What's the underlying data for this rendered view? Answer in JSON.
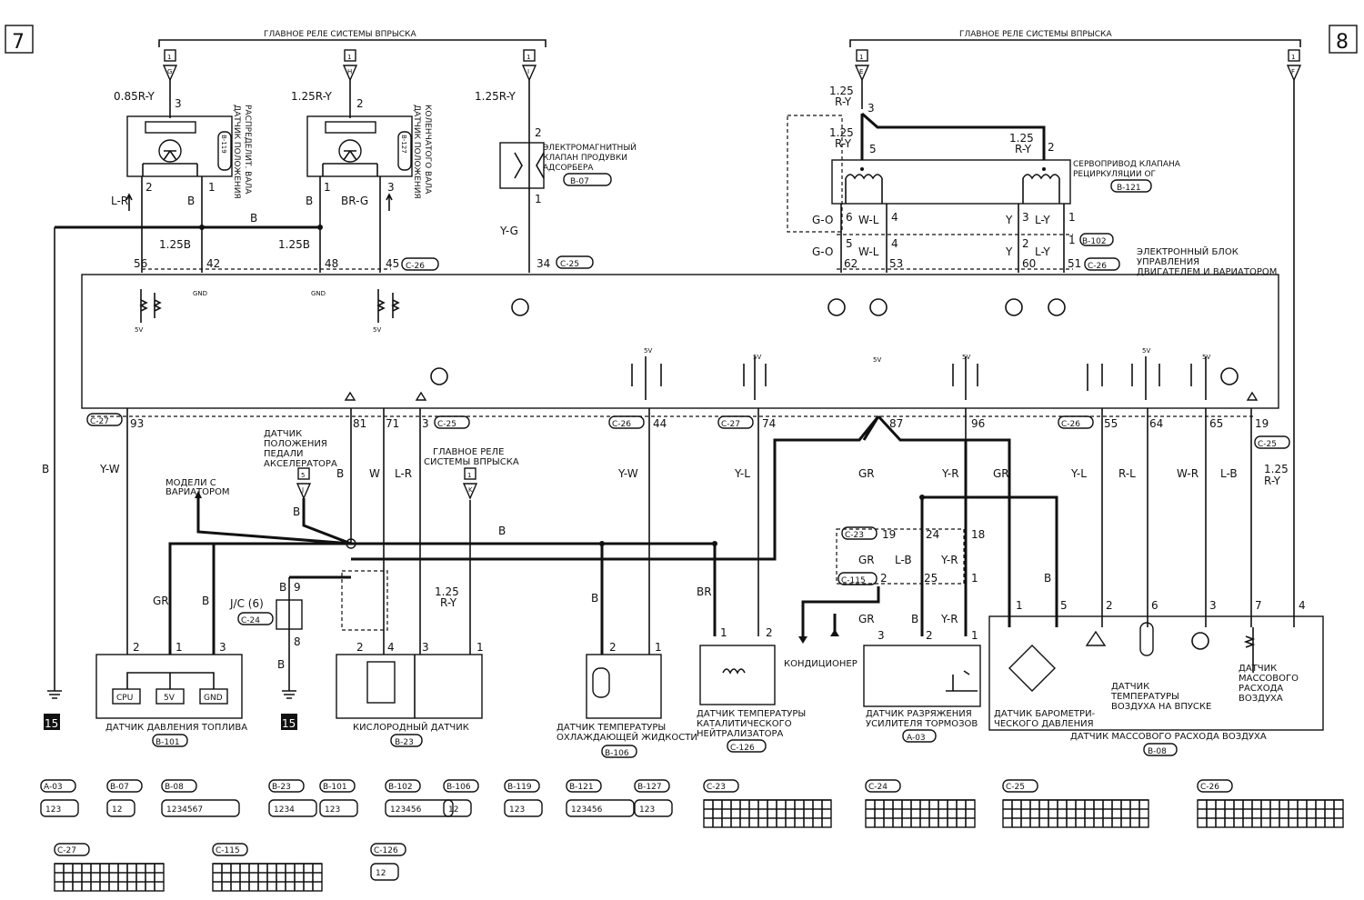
{
  "page": {
    "left_number": "7",
    "right_number": "8",
    "ground_ref": "15"
  },
  "relay": {
    "main_relay": "ГЛАВНОЕ РЕЛЕ СИСТЕМЫ ВПРЫСКА",
    "box": "1",
    "g": "G",
    "h": "H",
    "i": "I",
    "e": "E",
    "f": "F"
  },
  "camshaft": {
    "name": "ДАТЧИК ПОЛОЖЕНИЯ РАСПРЕДЕЛИТ. ВАЛА",
    "line1": "ДАТЧИК ПОЛОЖЕНИЯ",
    "line2": "РАСПРЕДЕЛИТ. ВАЛА",
    "code": "B-119",
    "wire_top": "0.85R-Y",
    "pin_top": "3",
    "pin_l": "2",
    "pin_r": "1",
    "wire_l": "L-R",
    "wire_r": "B",
    "ecu_l": "56",
    "ecu_r": "42",
    "wire_mid": "1.25B"
  },
  "crank": {
    "line1": "ДАТЧИК ПОЛОЖЕНИЯ",
    "line2": "КОЛЕНЧАТОГО ВАЛА",
    "code": "B-127",
    "wire_top": "1.25R-Y",
    "pin_top": "2",
    "pin_l": "1",
    "pin_r": "3",
    "wire_l": "B",
    "wire_r": "BR-G",
    "ecu_l": "48",
    "ecu_r": "45",
    "wire_mid": "1.25B",
    "conn": "C-26"
  },
  "purge": {
    "name1": "ЭЛЕКТРОМАГНИТНЫЙ",
    "name2": "КЛАПАН ПРОДУВКИ",
    "name3": "АДСОРБЕРА",
    "code": "B-07",
    "wire_top": "1.25R-Y",
    "pin_top": "2",
    "pin_bot": "1",
    "wire_bot": "Y-G",
    "ecu": "34",
    "conn": "C-25"
  },
  "egr": {
    "name1": "СЕРВОПРИВОД КЛАПАНА",
    "name2": "РЕЦИРКУЛЯЦИИ ОГ",
    "code": "B-121",
    "wire_a": "1.25",
    "wire_a2": "R-Y",
    "pin3": "3",
    "pin5": "5",
    "pin2": "2",
    "wires": [
      "G-O",
      "W-L",
      "Y",
      "L-Y"
    ],
    "pins_top": [
      "6",
      "4",
      "3",
      "1"
    ],
    "pins_mid": [
      "5",
      "4",
      "2",
      "1"
    ],
    "ecu": [
      "62",
      "53",
      "60",
      "51"
    ],
    "conn_mid": "B-102",
    "conn_ecu": "C-26"
  },
  "ecu": {
    "line1": "ЭЛЕКТРОННЫЙ БЛОК",
    "line2": "УПРАВЛЕНИЯ",
    "line3": "ДВИГАТЕЛЕМ И ВАРИАТОРОМ",
    "gnd": "GND",
    "v5": "5V"
  },
  "lower_ecu": {
    "c27a": "C-27",
    "p93": "93",
    "p81": "81",
    "p71": "71",
    "p3": "3",
    "c25a": "C-25",
    "c26": "C-26",
    "p44": "44",
    "c27b": "C-27",
    "p74": "74",
    "p87": "87",
    "p96": "96",
    "c26b": "C-26",
    "p55": "55",
    "p64": "64",
    "p65": "65",
    "p19": "19",
    "c25b": "C-25"
  },
  "wires_lower": {
    "b_left": "B",
    "yw": "Y-W",
    "b": "B",
    "w": "W",
    "lr": "L-R",
    "yw2": "Y-W",
    "yl": "Y-L",
    "gr": "GR",
    "yr": "Y-R",
    "gr2": "GR",
    "yl2": "Y-L",
    "rl": "R-L",
    "wr": "W-R",
    "lb": "L-B",
    "r125": "1.25",
    "ry": "R-Y",
    "br": "BR",
    "gr3": "GR",
    "b2": "B",
    "b3": "B"
  },
  "pedal": {
    "l1": "ДАТЧИК",
    "l2": "ПОЛОЖЕНИЯ",
    "l3": "ПЕДАЛИ",
    "l4": "АКСЕЛЕРАТОРА",
    "box": "5",
    "j": "J"
  },
  "cvt": {
    "l1": "МОДЕЛИ С",
    "l2": "ВАРИАТОРОМ"
  },
  "relay2": {
    "l1": "ГЛАВНОЕ РЕЛЕ",
    "l2": "СИСТЕМЫ ВПРЫСКА",
    "box": "1",
    "k": "K"
  },
  "jc": {
    "label": "J/C (6)",
    "conn": "C-24",
    "p9": "9",
    "p8": "8",
    "b": "B"
  },
  "fuel": {
    "name": "ДАТЧИК ДАВЛЕНИЯ ТОПЛИВА",
    "code": "B-101",
    "cpu": "CPU",
    "v5": "5V",
    "gnd": "GND",
    "p2": "2",
    "p1": "1",
    "p3": "3"
  },
  "o2": {
    "name": "КИСЛОРОДНЫЙ ДАТЧИК",
    "code": "B-23",
    "p2": "2",
    "p4": "4",
    "p3": "3",
    "p1": "1",
    "w1": "1.25",
    "w2": "R-Y"
  },
  "coolant": {
    "l1": "ДАТЧИК ТЕМПЕРАТУРЫ",
    "l2": "ОХЛАЖДАЮЩЕЙ ЖИДКОСТИ",
    "code": "B-106",
    "p2": "2",
    "p1": "1"
  },
  "catalyst": {
    "l1": "ДАТЧИК ТЕМПЕРАТУРЫ",
    "l2": "КАТАЛИТИЧЕСКОГО",
    "l3": "НЕЙТРАЛИЗАТОРА",
    "code": "C-126",
    "p1": "1",
    "p2": "2"
  },
  "ac": {
    "name": "КОНДИЦИОНЕР"
  },
  "brake": {
    "l1": "ДАТЧИК РАЗРЯЖЕНИЯ",
    "l2": "УСИЛИТЕЛЯ ТОРМОЗОВ",
    "code": "A-03",
    "c23": "C-23",
    "c115": "C-115",
    "p19": "19",
    "p24": "24",
    "p18": "18",
    "p2": "2",
    "p25": "25",
    "p1": "1",
    "s3": "3",
    "s2": "2",
    "s1": "1"
  },
  "maf": {
    "name": "ДАТЧИК МАССОВОГО РАСХОДА ВОЗДУХА",
    "code": "B-08",
    "baro1": "ДАТЧИК БАРОМЕТРИ-",
    "baro2": "ЧЕСКОГО ДАВЛЕНИЯ",
    "iat1": "ДАТЧИК",
    "iat2": "ТЕМПЕРАТУРЫ",
    "iat3": "ВОЗДУХА НА ВПУСКЕ",
    "maf1": "ДАТЧИК",
    "maf2": "МАССОВОГО",
    "maf3": "РАСХОДА",
    "maf4": "ВОЗДУХА",
    "pins": [
      "1",
      "5",
      "2",
      "6",
      "3",
      "7",
      "4"
    ]
  },
  "connectors": [
    {
      "code": "A-03",
      "pins": "123"
    },
    {
      "code": "B-07",
      "pins": "12"
    },
    {
      "code": "B-08",
      "pins": "1234567"
    },
    {
      "code": "B-23",
      "pins": "1234"
    },
    {
      "code": "B-101",
      "pins": "123"
    },
    {
      "code": "B-102",
      "pins": "123456"
    },
    {
      "code": "B-106",
      "pins": "12"
    },
    {
      "code": "B-119",
      "pins": "123"
    },
    {
      "code": "B-121",
      "pins": "123456"
    },
    {
      "code": "B-127",
      "pins": "123"
    },
    {
      "code": "C-23",
      "pins": ""
    },
    {
      "code": "C-24",
      "pins": ""
    },
    {
      "code": "C-25",
      "pins": ""
    },
    {
      "code": "C-26",
      "pins": ""
    },
    {
      "code": "C-27",
      "pins": ""
    },
    {
      "code": "C-115",
      "pins": ""
    },
    {
      "code": "C-126",
      "pins": "12"
    }
  ]
}
